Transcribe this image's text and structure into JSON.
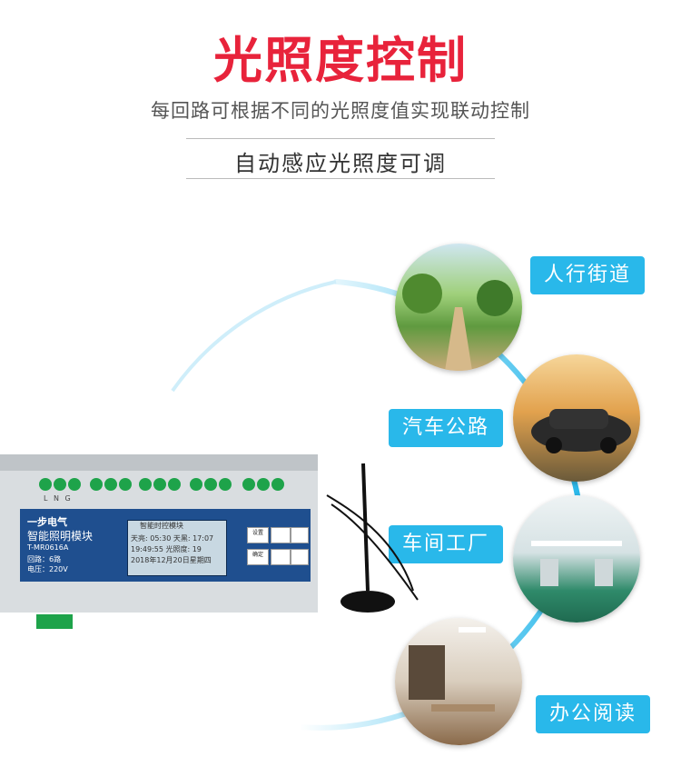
{
  "header": {
    "title": "光照度控制",
    "subtitle": "每回路可根据不同的光照度值实现联动控制",
    "tagline": "自动感应光照度可调"
  },
  "scenes": [
    {
      "label": "人行街道",
      "icon": "street-photo"
    },
    {
      "label": "汽车公路",
      "icon": "car-photo"
    },
    {
      "label": "车间工厂",
      "icon": "factory-photo"
    },
    {
      "label": "办公阅读",
      "icon": "office-photo"
    }
  ],
  "device": {
    "brand": "一步电气",
    "name": "智能照明模块",
    "model": "T-MR0616A",
    "loops": "回路：6路",
    "voltage": "电压：220V",
    "terminal_labels": "L  N  G",
    "lcd": {
      "title": "智能时控模块",
      "line1": "天亮: 05:30  天黑: 17:07",
      "line2": "19:49:55     光照度: 19",
      "line3": "2018年12月20日星期四"
    },
    "buttons": {
      "set": "设置",
      "confirm": "确定"
    }
  },
  "colors": {
    "title": "#e8233b",
    "accent": "#29b8ea",
    "arc": "#4cc3ef"
  }
}
